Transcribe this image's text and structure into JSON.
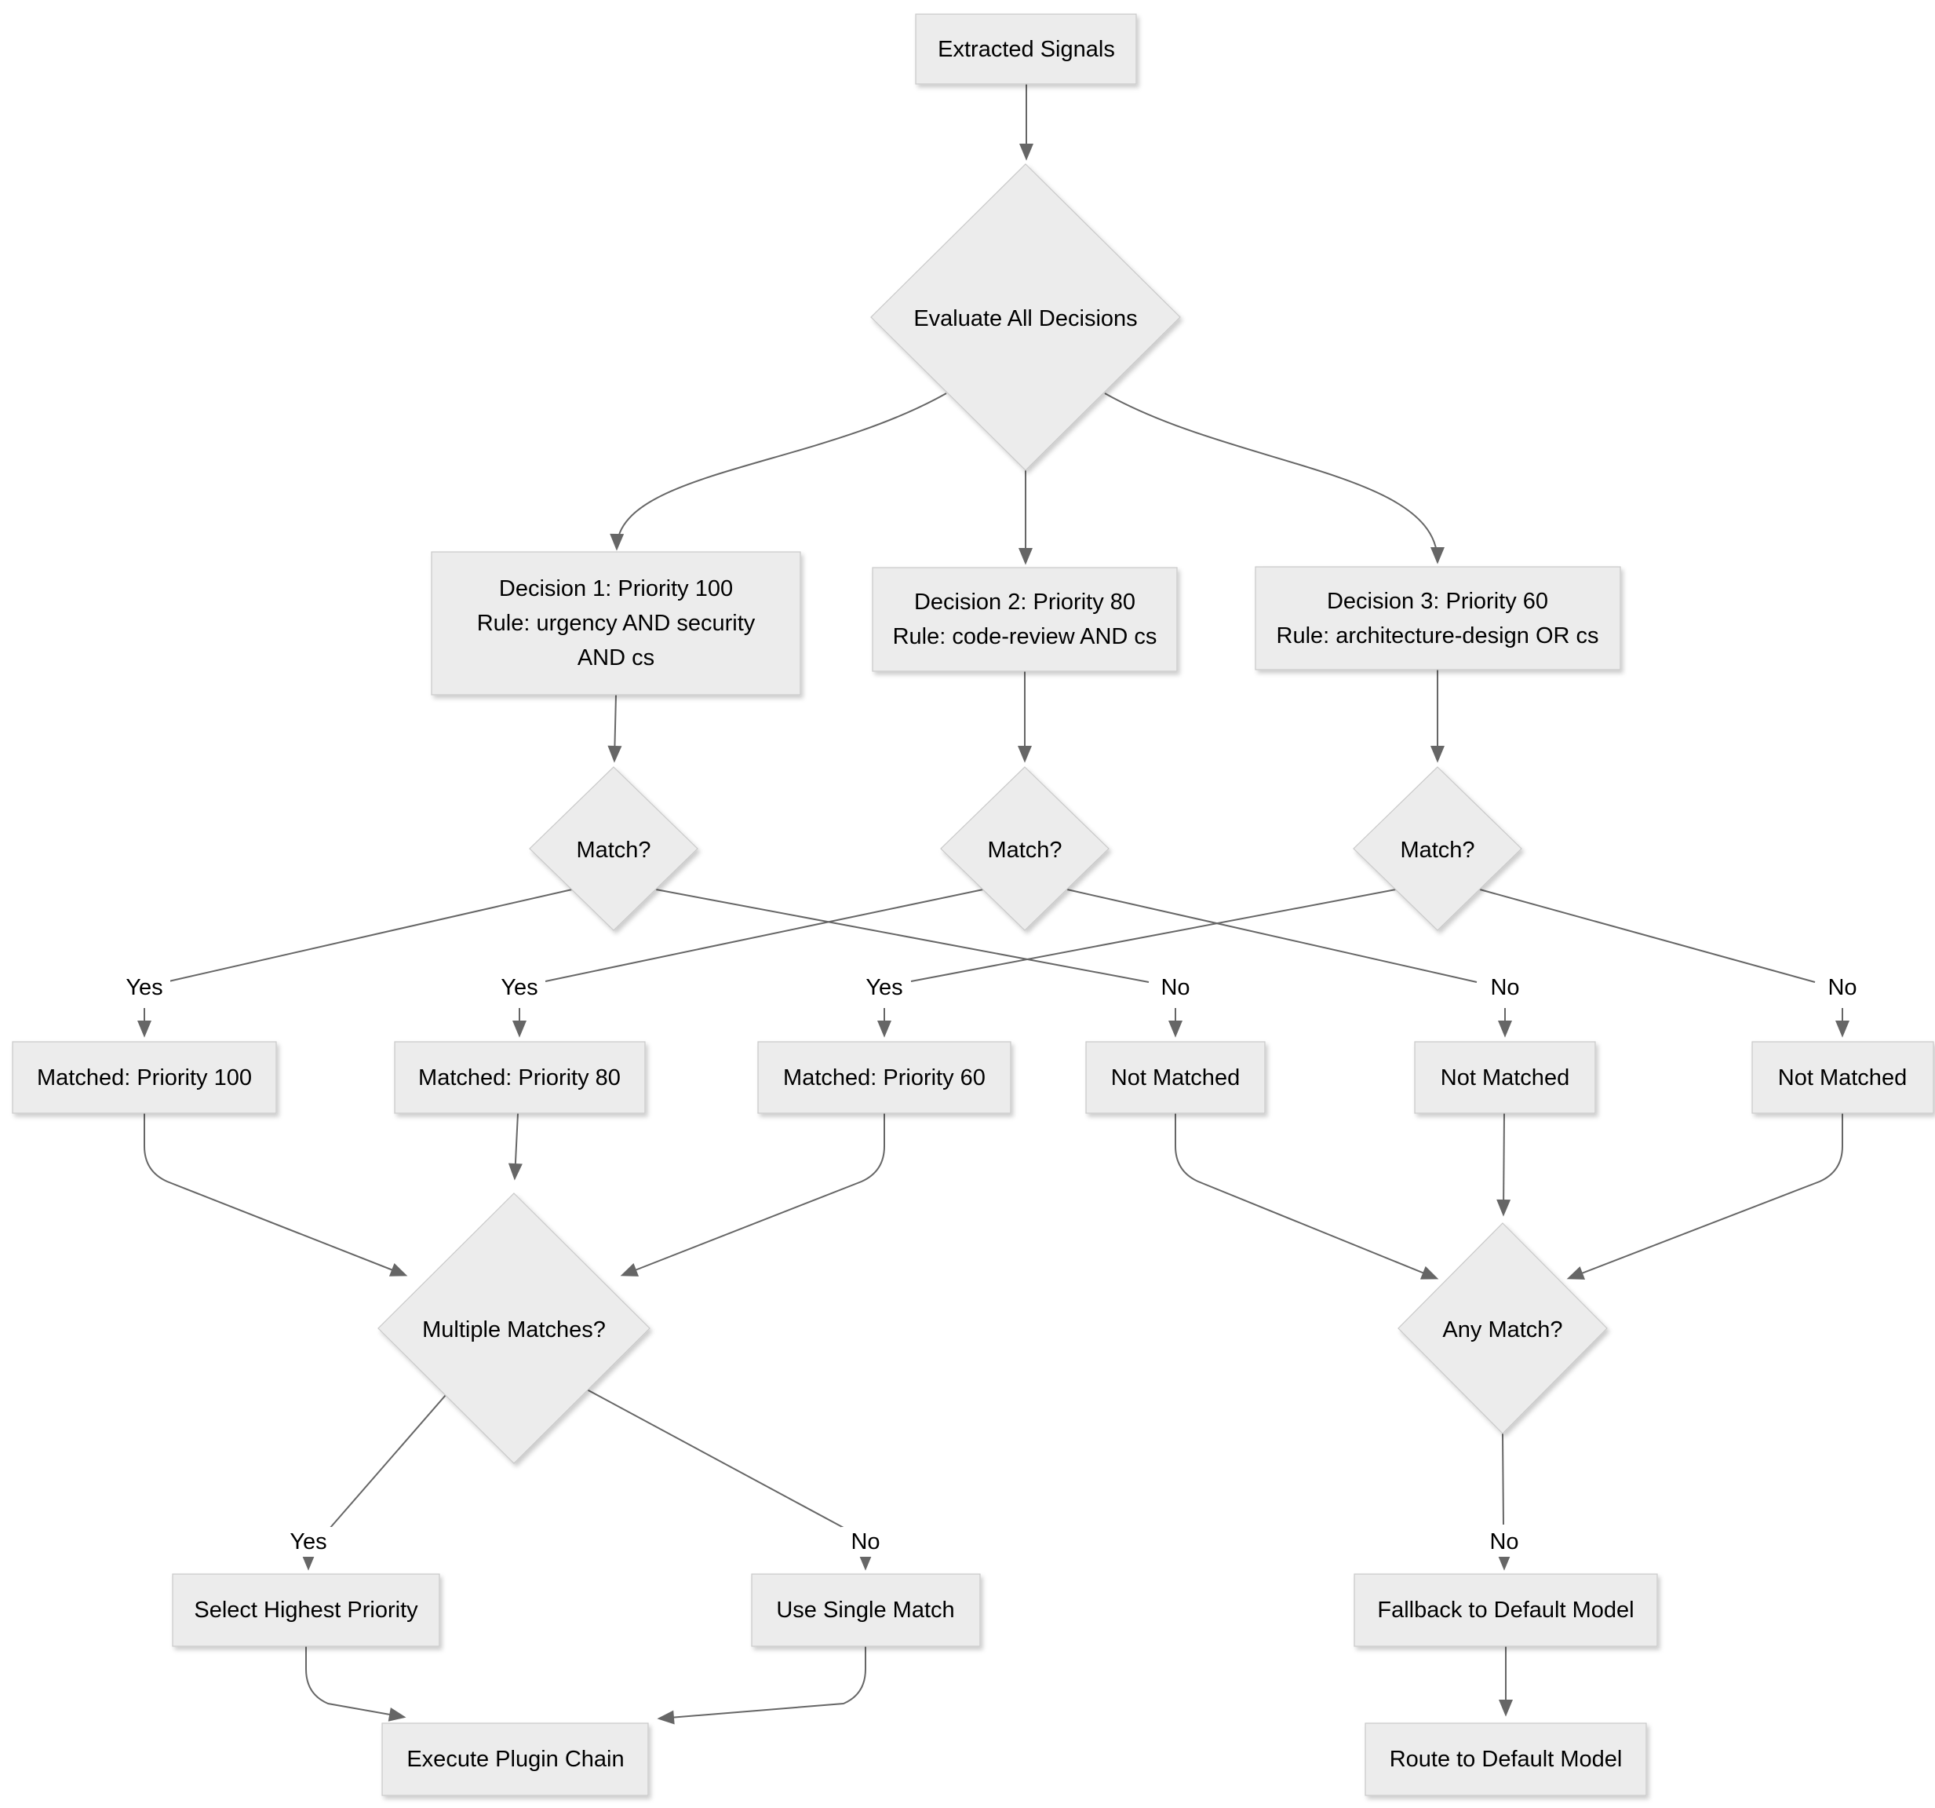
{
  "diagram": {
    "colors": {
      "background": "#ffffff",
      "node_fill": "#ececec",
      "node_border": "#c8c8c8",
      "edge": "#666666",
      "text": "#000000"
    }
  },
  "nodes": {
    "extracted_signals": {
      "label": "Extracted Signals"
    },
    "evaluate_all_decisions": {
      "label": "Evaluate All Decisions"
    },
    "decision1": {
      "lines": [
        "Decision 1: Priority 100",
        "Rule: urgency AND security",
        "AND cs"
      ]
    },
    "decision2": {
      "lines": [
        "Decision 2: Priority 80",
        "Rule: code-review AND cs"
      ]
    },
    "decision3": {
      "lines": [
        "Decision 3: Priority 60",
        "Rule: architecture-design OR cs"
      ]
    },
    "match1": {
      "label": "Match?"
    },
    "match2": {
      "label": "Match?"
    },
    "match3": {
      "label": "Match?"
    },
    "matched_100": {
      "label": "Matched: Priority 100"
    },
    "matched_80": {
      "label": "Matched: Priority 80"
    },
    "matched_60": {
      "label": "Matched: Priority 60"
    },
    "not_matched_1": {
      "label": "Not Matched"
    },
    "not_matched_2": {
      "label": "Not Matched"
    },
    "not_matched_3": {
      "label": "Not Matched"
    },
    "multiple_matches": {
      "label": "Multiple Matches?"
    },
    "any_match": {
      "label": "Any Match?"
    },
    "select_highest_priority": {
      "label": "Select Highest Priority"
    },
    "use_single_match": {
      "label": "Use Single Match"
    },
    "fallback_to_default": {
      "label": "Fallback to Default Model"
    },
    "execute_plugin_chain": {
      "label": "Execute Plugin Chain"
    },
    "route_to_default": {
      "label": "Route to Default Model"
    }
  },
  "edge_labels": {
    "match1_yes": "Yes",
    "match2_yes": "Yes",
    "match3_yes": "Yes",
    "match1_no": "No",
    "match2_no": "No",
    "match3_no": "No",
    "multiple_yes": "Yes",
    "multiple_no": "No",
    "any_no": "No"
  }
}
